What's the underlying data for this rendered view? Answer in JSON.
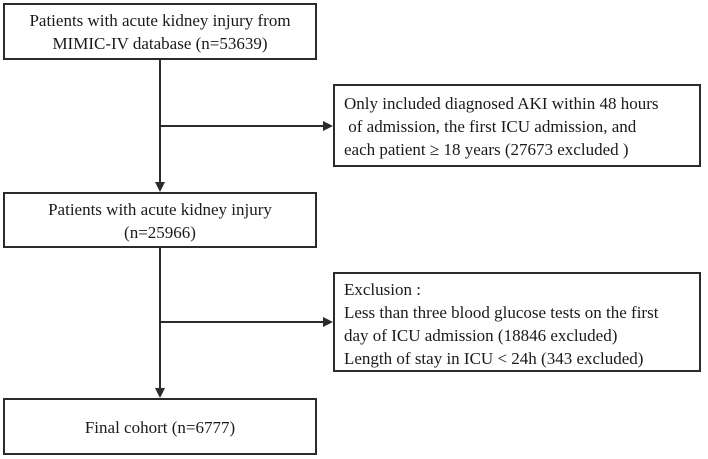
{
  "flowchart": {
    "box_1": {
      "lines": [
        "Patients with acute kidney injury from",
        "MIMIC-IV database (n=53639)"
      ]
    },
    "box_2": {
      "lines": [
        "Only included diagnosed AKI within 48 hours",
        " of admission, the first ICU admission, and",
        "each patient ≥ 18 years (27673 excluded )"
      ]
    },
    "box_3": {
      "lines": [
        "Patients with acute kidney injury",
        "(n=25966)"
      ]
    },
    "box_4": {
      "lines": [
        "Exclusion :",
        "Less than three blood glucose tests on the first",
        "day of ICU admission (18846 excluded)",
        "Length of stay in ICU < 24h (343 excluded)"
      ]
    },
    "box_5": {
      "lines": [
        "Final cohort (n=6777)"
      ]
    }
  },
  "colors": {
    "line": "#2b2b2b",
    "text": "#1a1a1a",
    "background": "#ffffff"
  }
}
